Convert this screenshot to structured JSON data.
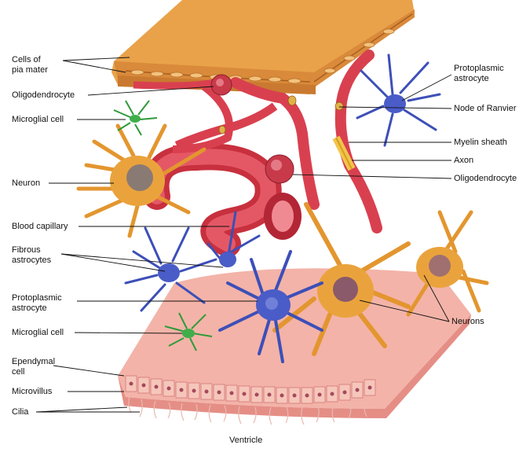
{
  "labels_left": [
    "Cells of\npia mater",
    "Oligodendrocyte",
    "Microglial cell",
    "Neuron",
    "Blood capillary",
    "Fibrous\nastrocytes",
    "Protoplasmic\nastrocyte",
    "Microglial cell",
    "Ependymal\ncell",
    "Microvillus",
    "Cilia"
  ],
  "labels_right": [
    "Protoplasmic\nastrocyte",
    "Node of Ranvier",
    "Myelin sheath",
    "Axon",
    "Oligodendrocyte",
    "Neurons"
  ],
  "caption": "Ventricle",
  "colors": {
    "pia_mater": "#e9a24a",
    "capillary": "#d9404f",
    "astrocyte": "#3d4fb8",
    "neuron": "#e3962f",
    "microglia": "#2f9a3a",
    "ependyma": "#f0a6a6"
  }
}
